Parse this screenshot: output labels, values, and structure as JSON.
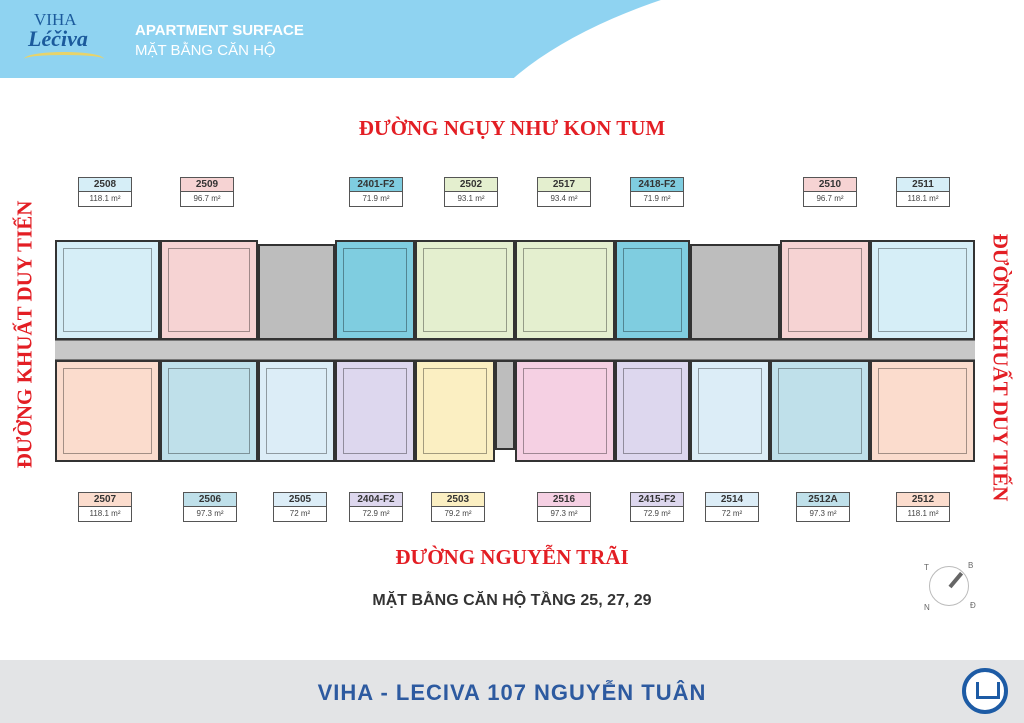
{
  "header": {
    "logo_text": "VIHA Léčiva",
    "title_en": "APARTMENT SURFACE",
    "title_vn": "MẶT BẰNG CĂN HỘ"
  },
  "streets": {
    "top": "ĐƯỜNG NGỤY NHƯ KON TUM",
    "bottom": "ĐƯỜNG NGUYỄN TRÃI",
    "left": "ĐƯỜNG KHUẤT DUY TIẾN",
    "right": "ĐƯỜNG KHUẤT DUY TIẾN"
  },
  "units_top": [
    {
      "id": "2508",
      "area": "118.1 m²",
      "color": "#d6eef7"
    },
    {
      "id": "2509",
      "area": "96.7 m²",
      "color": "#f6d3d3"
    },
    {
      "id": "2401-F2",
      "area": "71.9 m²",
      "color": "#7fcde0"
    },
    {
      "id": "2502",
      "area": "93.1 m²",
      "color": "#e4efcf"
    },
    {
      "id": "2517",
      "area": "93.4 m²",
      "color": "#e4efcf"
    },
    {
      "id": "2418-F2",
      "area": "71.9 m²",
      "color": "#7fcde0"
    },
    {
      "id": "2510",
      "area": "96.7 m²",
      "color": "#f6d3d3"
    },
    {
      "id": "2511",
      "area": "118.1 m²",
      "color": "#d6eef7"
    }
  ],
  "units_bottom": [
    {
      "id": "2507",
      "area": "118.1 m²",
      "color": "#fbdccd"
    },
    {
      "id": "2506",
      "area": "97.3 m²",
      "color": "#bfe0ea"
    },
    {
      "id": "2505",
      "area": "72 m²",
      "color": "#dcedf7"
    },
    {
      "id": "2404-F2",
      "area": "72.9 m²",
      "color": "#ddd7ee"
    },
    {
      "id": "2503",
      "area": "79.2 m²",
      "color": "#fbefc2"
    },
    {
      "id": "2516",
      "area": "97.3 m²",
      "color": "#f5d0e3"
    },
    {
      "id": "2415-F2",
      "area": "72.9 m²",
      "color": "#ddd7ee"
    },
    {
      "id": "2514",
      "area": "72 m²",
      "color": "#dcedf7"
    },
    {
      "id": "2512A",
      "area": "97.3 m²",
      "color": "#bfe0ea"
    },
    {
      "id": "2512",
      "area": "118.1 m²",
      "color": "#fbdccd"
    }
  ],
  "subtitle": "MẶT BẰNG CĂN HỘ TẦNG 25, 27, 29",
  "compass": {
    "n": "T",
    "e": "B",
    "s": "Đ",
    "w": "N"
  },
  "footer": {
    "title": "VIHA - LECIVA 107 NGUYỄN TUÂN"
  }
}
